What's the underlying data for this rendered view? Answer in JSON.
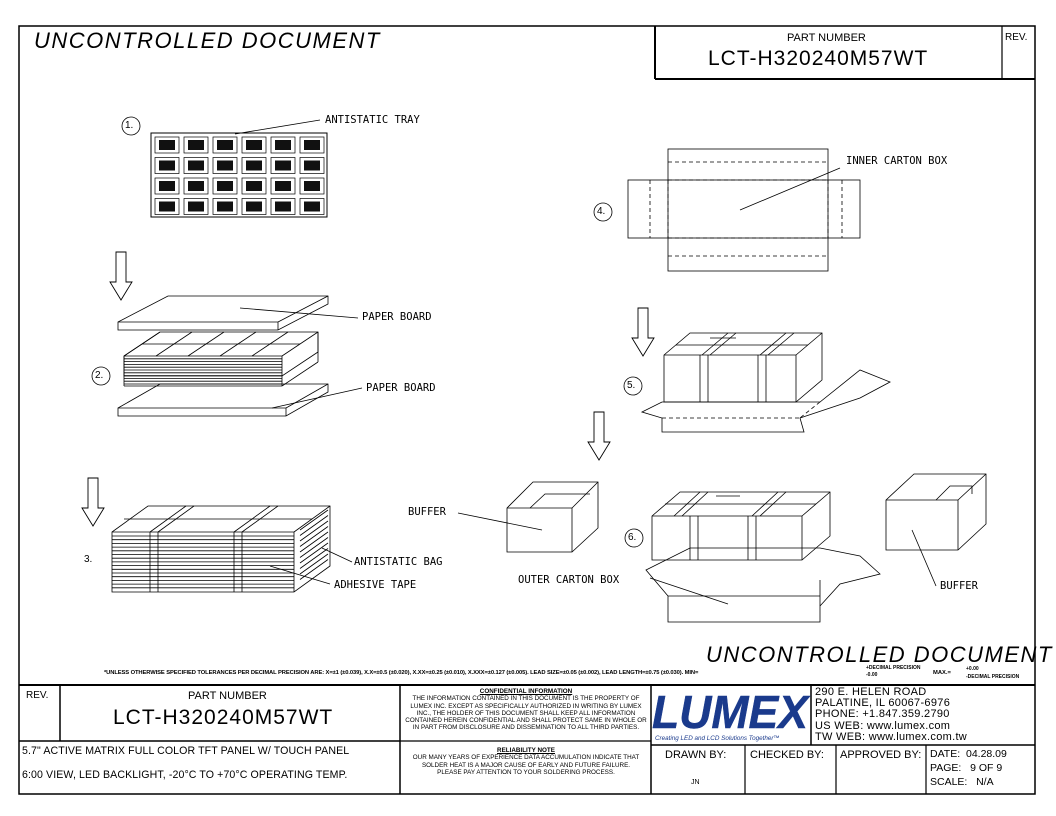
{
  "header": {
    "watermark": "UNCONTROLLED DOCUMENT",
    "part_number_label": "PART NUMBER",
    "part_number": "LCT-H320240M57WT",
    "rev_label": "REV."
  },
  "drawing": {
    "steps": [
      "1.",
      "2.",
      "3.",
      "4.",
      "5.",
      "6."
    ],
    "labels": {
      "antistatic_tray": "ANTISTATIC TRAY",
      "paper_board_top": "PAPER BOARD",
      "paper_board_bottom": "PAPER BOARD",
      "antistatic_bag": "ANTISTATIC BAG",
      "adhesive_tape": "ADHESIVE TAPE",
      "inner_carton_box": "INNER CARTON BOX",
      "buffer_left": "BUFFER",
      "buffer_right": "BUFFER",
      "outer_carton_box": "OUTER CARTON BOX"
    }
  },
  "footer_watermark": "UNCONTROLLED DOCUMENT",
  "tolerances": {
    "main": "*UNLESS OTHERWISE SPECIFIED TOLERANCES PER DECIMAL PRECISION ARE: X=±1 (±0.039), X.X=±0.5 (±0.020), X.XX=±0.25 (±0.010), X.XXX=±0.127 (±0.005).   LEAD SIZE=±0.05 (±0.002), LEAD LENGTH=±0.75 (±0.030). MIN=",
    "min_top": "+DECIMAL PRECISION",
    "min_bottom": "-0.00",
    "max_label": "MAX.=",
    "max_top": "+0.00",
    "max_bottom": "-DECIMAL PRECISION"
  },
  "title_block": {
    "rev_label": "REV.",
    "part_number_label": "PART NUMBER",
    "part_number": "LCT-H320240M57WT",
    "description_line1": "5.7\" ACTIVE MATRIX FULL COLOR TFT PANEL W/ TOUCH PANEL",
    "description_line2": "6:00 VIEW, LED BACKLIGHT, -20°C TO +70°C OPERATING TEMP.",
    "confidential_title": "CONFIDENTIAL INFORMATION",
    "confidential_lines": [
      "THE INFORMATION CONTAINED IN THIS DOCUMENT IS THE PROPERTY OF",
      "LUMEX INC.  EXCEPT AS SPECIFICALLY AUTHORIZED IN WRITING BY LUMEX",
      "INC., THE HOLDER OF THIS DOCUMENT SHALL KEEP ALL INFORMATION",
      "CONTAINED HEREIN CONFIDENTIAL AND SHALL PROTECT SAME IN WHOLE OR",
      "IN PART FROM DISCLOSURE AND DISSEMINATION TO ALL THIRD PARTIES."
    ],
    "reliability_title": "RELIABILITY NOTE",
    "reliability_lines": [
      "OUR MANY YEARS OF EXPERIENCE DATA ACCUMULATION INDICATE THAT",
      "SOLDER HEAT IS A MAJOR CAUSE OF EARLY AND FUTURE FAILURE.",
      "PLEASE PAY ATTENTION TO YOUR SOLDERING PROCESS."
    ],
    "logo_text": "LUMEX",
    "logo_tagline": "Creating LED and LCD Solutions Together™",
    "address_lines": [
      "290 E. HELEN ROAD",
      "PALATINE, IL  60067-6976",
      "PHONE: +1.847.359.2790",
      "US WEB: www.lumex.com",
      "TW WEB: www.lumex.com.tw"
    ],
    "drawn_by_label": "DRAWN BY:",
    "drawn_by": "JN",
    "checked_by_label": "CHECKED BY:",
    "approved_by_label": "APPROVED BY:",
    "date": "DATE:  04.28.09",
    "page": "PAGE:   9 OF 9",
    "scale": "SCALE:   N/A"
  }
}
